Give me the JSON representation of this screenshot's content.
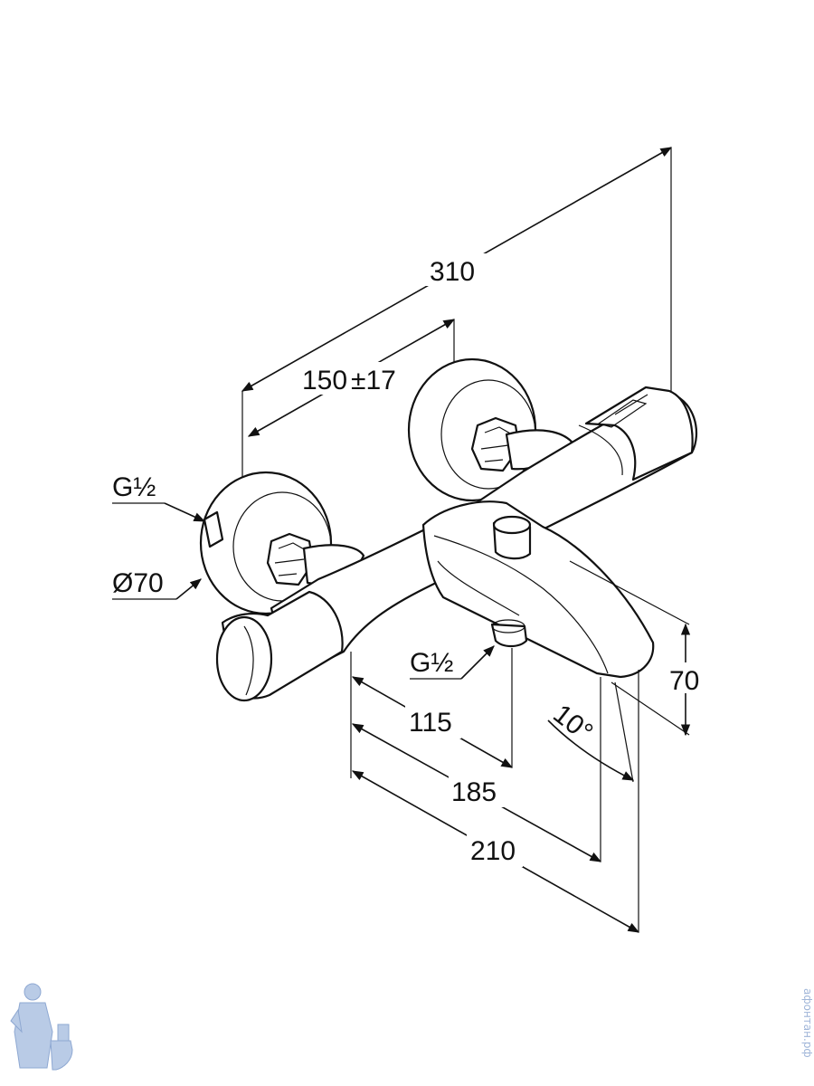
{
  "dimensions": {
    "overall_length": "310",
    "inlet_spacing": "150",
    "inlet_tolerance": "±17",
    "inlet_thread_left": "G½",
    "flange_diameter": "Ø70",
    "outlet_thread": "G½",
    "height": "70",
    "spout_angle": "10°",
    "depth_outlet": "115",
    "depth_spout": "185",
    "depth_total": "210"
  },
  "watermark": {
    "text": "афонтан.рф",
    "mascot_icon": "plumber-with-toilet-icon"
  },
  "colors": {
    "line": "#111111",
    "watermark": "#9fb5d8"
  }
}
